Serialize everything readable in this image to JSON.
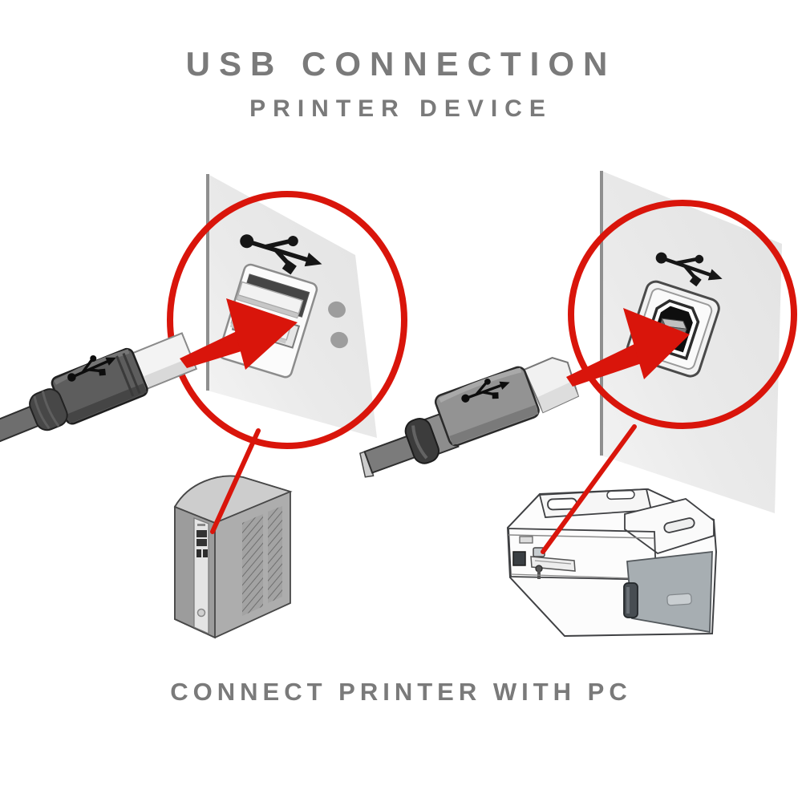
{
  "header": {
    "title": "USB CONNECTION",
    "subtitle": "PRINTER DEVICE"
  },
  "footer": {
    "caption": "CONNECT PRINTER WITH PC"
  },
  "colors": {
    "accent_red": "#d9150b",
    "text_gray": "#7a7a7a",
    "panel_gray": "#e9e9e9",
    "plug_dark_gray": "#5d5d5d",
    "plug_medium_gray": "#939393",
    "tower_gray": "#a8a8a8",
    "printer_panel_gray": "#a7aeb2"
  },
  "icons": [
    "usb-trident-icon",
    "usb-type-a-port-icon",
    "usb-type-b-port-icon",
    "usb-type-a-plug-icon",
    "usb-type-b-plug-icon",
    "red-highlight-circle-icon",
    "red-arrow-icon",
    "pc-tower-icon",
    "printer-icon"
  ]
}
